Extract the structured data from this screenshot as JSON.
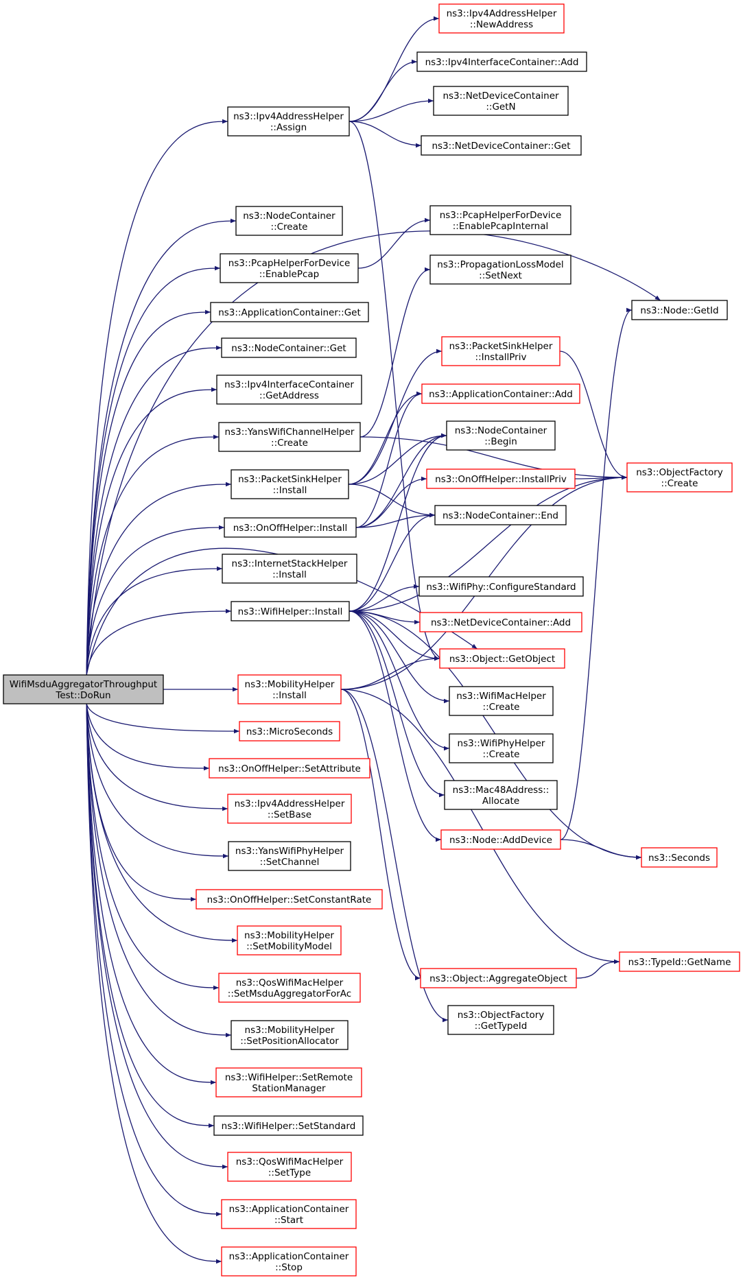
{
  "colors": {
    "edge": "#191970",
    "root_fill": "#bfbfbf",
    "root_border": "#000000",
    "border_black": "#000000",
    "border_red": "#ff0000",
    "node_fill": "#ffffff"
  },
  "graph": {
    "root": "doRun",
    "nodes": [
      {
        "id": "doRun",
        "lines": [
          "WifiMsduAggregatorThroughput",
          "Test::DoRun"
        ],
        "border": "root"
      },
      {
        "id": "ipv4HelperAssign",
        "lines": [
          "ns3::Ipv4AddressHelper",
          "::Assign"
        ],
        "border": "black"
      },
      {
        "id": "ipv4HelperNewAddress",
        "lines": [
          "ns3::Ipv4AddressHelper",
          "::NewAddress"
        ],
        "border": "red"
      },
      {
        "id": "ipv4IfContainerAdd",
        "lines": [
          "ns3::Ipv4InterfaceContainer::Add"
        ],
        "border": "black"
      },
      {
        "id": "netDevContainerGetN",
        "lines": [
          "ns3::NetDeviceContainer",
          "::GetN"
        ],
        "border": "black"
      },
      {
        "id": "netDevContainerGet",
        "lines": [
          "ns3::NetDeviceContainer::Get"
        ],
        "border": "black"
      },
      {
        "id": "nodeContainerCreate",
        "lines": [
          "ns3::NodeContainer",
          "::Create"
        ],
        "border": "black"
      },
      {
        "id": "pcapEnablePcap",
        "lines": [
          "ns3::PcapHelperForDevice",
          "::EnablePcap"
        ],
        "border": "black"
      },
      {
        "id": "pcapEnablePcapInternal",
        "lines": [
          "ns3::PcapHelperForDevice",
          "::EnablePcapInternal"
        ],
        "border": "black"
      },
      {
        "id": "propLossSetNext",
        "lines": [
          "ns3::PropagationLossModel",
          "::SetNext"
        ],
        "border": "black"
      },
      {
        "id": "nodeGetId",
        "lines": [
          "ns3::Node::GetId"
        ],
        "border": "black"
      },
      {
        "id": "appContainerGet",
        "lines": [
          "ns3::ApplicationContainer::Get"
        ],
        "border": "black"
      },
      {
        "id": "packetSinkInstallPriv",
        "lines": [
          "ns3::PacketSinkHelper",
          "::InstallPriv"
        ],
        "border": "red"
      },
      {
        "id": "nodeContainerGet",
        "lines": [
          "ns3::NodeContainer::Get"
        ],
        "border": "black"
      },
      {
        "id": "ipv4IfContainerGetAddress",
        "lines": [
          "ns3::Ipv4InterfaceContainer",
          "::GetAddress"
        ],
        "border": "black"
      },
      {
        "id": "appContainerAdd",
        "lines": [
          "ns3::ApplicationContainer::Add"
        ],
        "border": "red"
      },
      {
        "id": "yansChannelCreate",
        "lines": [
          "ns3::YansWifiChannelHelper",
          "::Create"
        ],
        "border": "black"
      },
      {
        "id": "nodeContainerBegin",
        "lines": [
          "ns3::NodeContainer",
          "::Begin"
        ],
        "border": "black"
      },
      {
        "id": "objectFactoryCreate",
        "lines": [
          "ns3::ObjectFactory",
          "::Create"
        ],
        "border": "red"
      },
      {
        "id": "packetSinkInstall",
        "lines": [
          "ns3::PacketSinkHelper",
          "::Install"
        ],
        "border": "black"
      },
      {
        "id": "onOffInstallPriv",
        "lines": [
          "ns3::OnOffHelper::InstallPriv"
        ],
        "border": "red"
      },
      {
        "id": "onOffInstall",
        "lines": [
          "ns3::OnOffHelper::Install"
        ],
        "border": "black"
      },
      {
        "id": "nodeContainerEnd",
        "lines": [
          "ns3::NodeContainer::End"
        ],
        "border": "black"
      },
      {
        "id": "internetStackInstall",
        "lines": [
          "ns3::InternetStackHelper",
          "::Install"
        ],
        "border": "black"
      },
      {
        "id": "wifiPhyConfigureStandard",
        "lines": [
          "ns3::WifiPhy::ConfigureStandard"
        ],
        "border": "black"
      },
      {
        "id": "wifiHelperInstall",
        "lines": [
          "ns3::WifiHelper::Install"
        ],
        "border": "black"
      },
      {
        "id": "netDevContainerAdd",
        "lines": [
          "ns3::NetDeviceContainer::Add"
        ],
        "border": "red"
      },
      {
        "id": "objectGetObject",
        "lines": [
          "ns3::Object::GetObject"
        ],
        "border": "red"
      },
      {
        "id": "mobilityInstall",
        "lines": [
          "ns3::MobilityHelper",
          "::Install"
        ],
        "border": "red"
      },
      {
        "id": "wifiMacHelperCreate",
        "lines": [
          "ns3::WifiMacHelper",
          "::Create"
        ],
        "border": "black"
      },
      {
        "id": "microSeconds",
        "lines": [
          "ns3::MicroSeconds"
        ],
        "border": "red"
      },
      {
        "id": "wifiPhyHelperCreate",
        "lines": [
          "ns3::WifiPhyHelper",
          "::Create"
        ],
        "border": "black"
      },
      {
        "id": "onOffSetAttribute",
        "lines": [
          "ns3::OnOffHelper::SetAttribute"
        ],
        "border": "red"
      },
      {
        "id": "mac48Allocate",
        "lines": [
          "ns3::Mac48Address::",
          "Allocate"
        ],
        "border": "black"
      },
      {
        "id": "ipv4HelperSetBase",
        "lines": [
          "ns3::Ipv4AddressHelper",
          "::SetBase"
        ],
        "border": "red"
      },
      {
        "id": "nodeAddDevice",
        "lines": [
          "ns3::Node::AddDevice"
        ],
        "border": "red"
      },
      {
        "id": "seconds",
        "lines": [
          "ns3::Seconds"
        ],
        "border": "red"
      },
      {
        "id": "yansPhySetChannel",
        "lines": [
          "ns3::YansWifiPhyHelper",
          "::SetChannel"
        ],
        "border": "black"
      },
      {
        "id": "onOffSetConstantRate",
        "lines": [
          "ns3::OnOffHelper::SetConstantRate"
        ],
        "border": "red"
      },
      {
        "id": "mobilitySetMobilityModel",
        "lines": [
          "ns3::MobilityHelper",
          "::SetMobilityModel"
        ],
        "border": "red"
      },
      {
        "id": "typeIdGetName",
        "lines": [
          "ns3::TypeId::GetName"
        ],
        "border": "red"
      },
      {
        "id": "qosSetMsduAggregator",
        "lines": [
          "ns3::QosWifiMacHelper",
          "::SetMsduAggregatorForAc"
        ],
        "border": "red"
      },
      {
        "id": "objectAggregateObject",
        "lines": [
          "ns3::Object::AggregateObject"
        ],
        "border": "red"
      },
      {
        "id": "objectFactoryGetTypeId",
        "lines": [
          "ns3::ObjectFactory",
          "::GetTypeId"
        ],
        "border": "black"
      },
      {
        "id": "mobilitySetPositionAllocator",
        "lines": [
          "ns3::MobilityHelper",
          "::SetPositionAllocator"
        ],
        "border": "black"
      },
      {
        "id": "wifiSetRemoteStationManager",
        "lines": [
          "ns3::WifiHelper::SetRemote",
          "StationManager"
        ],
        "border": "red"
      },
      {
        "id": "wifiSetStandard",
        "lines": [
          "ns3::WifiHelper::SetStandard"
        ],
        "border": "black"
      },
      {
        "id": "qosSetType",
        "lines": [
          "ns3::QosWifiMacHelper",
          "::SetType"
        ],
        "border": "red"
      },
      {
        "id": "appContainerStart",
        "lines": [
          "ns3::ApplicationContainer",
          "::Start"
        ],
        "border": "red"
      },
      {
        "id": "appContainerStop",
        "lines": [
          "ns3::ApplicationContainer",
          "::Stop"
        ],
        "border": "red"
      }
    ],
    "edges": [
      [
        "doRun",
        "ipv4HelperAssign"
      ],
      [
        "doRun",
        "nodeGetId"
      ],
      [
        "doRun",
        "nodeContainerCreate"
      ],
      [
        "doRun",
        "pcapEnablePcap"
      ],
      [
        "doRun",
        "appContainerGet"
      ],
      [
        "doRun",
        "nodeContainerGet"
      ],
      [
        "doRun",
        "ipv4IfContainerGetAddress"
      ],
      [
        "doRun",
        "yansChannelCreate"
      ],
      [
        "doRun",
        "packetSinkInstall"
      ],
      [
        "doRun",
        "onOffInstall"
      ],
      [
        "doRun",
        "internetStackInstall"
      ],
      [
        "doRun",
        "wifiHelperInstall"
      ],
      [
        "doRun",
        "objectGetObject"
      ],
      [
        "doRun",
        "mobilityInstall"
      ],
      [
        "doRun",
        "microSeconds"
      ],
      [
        "doRun",
        "onOffSetAttribute"
      ],
      [
        "doRun",
        "ipv4HelperSetBase"
      ],
      [
        "doRun",
        "yansPhySetChannel"
      ],
      [
        "doRun",
        "onOffSetConstantRate"
      ],
      [
        "doRun",
        "mobilitySetMobilityModel"
      ],
      [
        "doRun",
        "qosSetMsduAggregator"
      ],
      [
        "doRun",
        "mobilitySetPositionAllocator"
      ],
      [
        "doRun",
        "wifiSetRemoteStationManager"
      ],
      [
        "doRun",
        "wifiSetStandard"
      ],
      [
        "doRun",
        "qosSetType"
      ],
      [
        "doRun",
        "appContainerStart"
      ],
      [
        "doRun",
        "appContainerStop"
      ],
      [
        "ipv4HelperAssign",
        "ipv4HelperNewAddress"
      ],
      [
        "ipv4HelperAssign",
        "ipv4IfContainerAdd"
      ],
      [
        "ipv4HelperAssign",
        "netDevContainerGetN"
      ],
      [
        "ipv4HelperAssign",
        "netDevContainerGet"
      ],
      [
        "ipv4HelperAssign",
        "objectGetObject"
      ],
      [
        "pcapEnablePcap",
        "pcapEnablePcapInternal"
      ],
      [
        "yansChannelCreate",
        "propLossSetNext"
      ],
      [
        "yansChannelCreate",
        "objectFactoryCreate"
      ],
      [
        "packetSinkInstall",
        "packetSinkInstallPriv"
      ],
      [
        "packetSinkInstall",
        "appContainerAdd"
      ],
      [
        "packetSinkInstall",
        "nodeContainerBegin"
      ],
      [
        "packetSinkInstall",
        "nodeContainerEnd"
      ],
      [
        "packetSinkInstallPriv",
        "objectFactoryCreate"
      ],
      [
        "onOffInstall",
        "appContainerAdd"
      ],
      [
        "onOffInstall",
        "nodeContainerBegin"
      ],
      [
        "onOffInstall",
        "onOffInstallPriv"
      ],
      [
        "onOffInstall",
        "nodeContainerEnd"
      ],
      [
        "onOffInstallPriv",
        "objectFactoryCreate"
      ],
      [
        "wifiHelperInstall",
        "nodeContainerBegin"
      ],
      [
        "wifiHelperInstall",
        "nodeContainerEnd"
      ],
      [
        "wifiHelperInstall",
        "objectFactoryCreate"
      ],
      [
        "wifiHelperInstall",
        "wifiPhyConfigureStandard"
      ],
      [
        "wifiHelperInstall",
        "netDevContainerAdd"
      ],
      [
        "wifiHelperInstall",
        "objectGetObject"
      ],
      [
        "wifiHelperInstall",
        "wifiMacHelperCreate"
      ],
      [
        "wifiHelperInstall",
        "wifiPhyHelperCreate"
      ],
      [
        "wifiHelperInstall",
        "mac48Allocate"
      ],
      [
        "wifiHelperInstall",
        "nodeAddDevice"
      ],
      [
        "wifiHelperInstall",
        "seconds"
      ],
      [
        "mobilityInstall",
        "objectGetObject"
      ],
      [
        "mobilityInstall",
        "objectAggregateObject"
      ],
      [
        "mobilityInstall",
        "typeIdGetName"
      ],
      [
        "mobilityInstall",
        "objectFactoryGetTypeId"
      ],
      [
        "mobilityInstall",
        "objectFactoryCreate"
      ],
      [
        "nodeAddDevice",
        "nodeGetId"
      ],
      [
        "nodeAddDevice",
        "seconds"
      ],
      [
        "objectAggregateObject",
        "typeIdGetName"
      ]
    ]
  }
}
